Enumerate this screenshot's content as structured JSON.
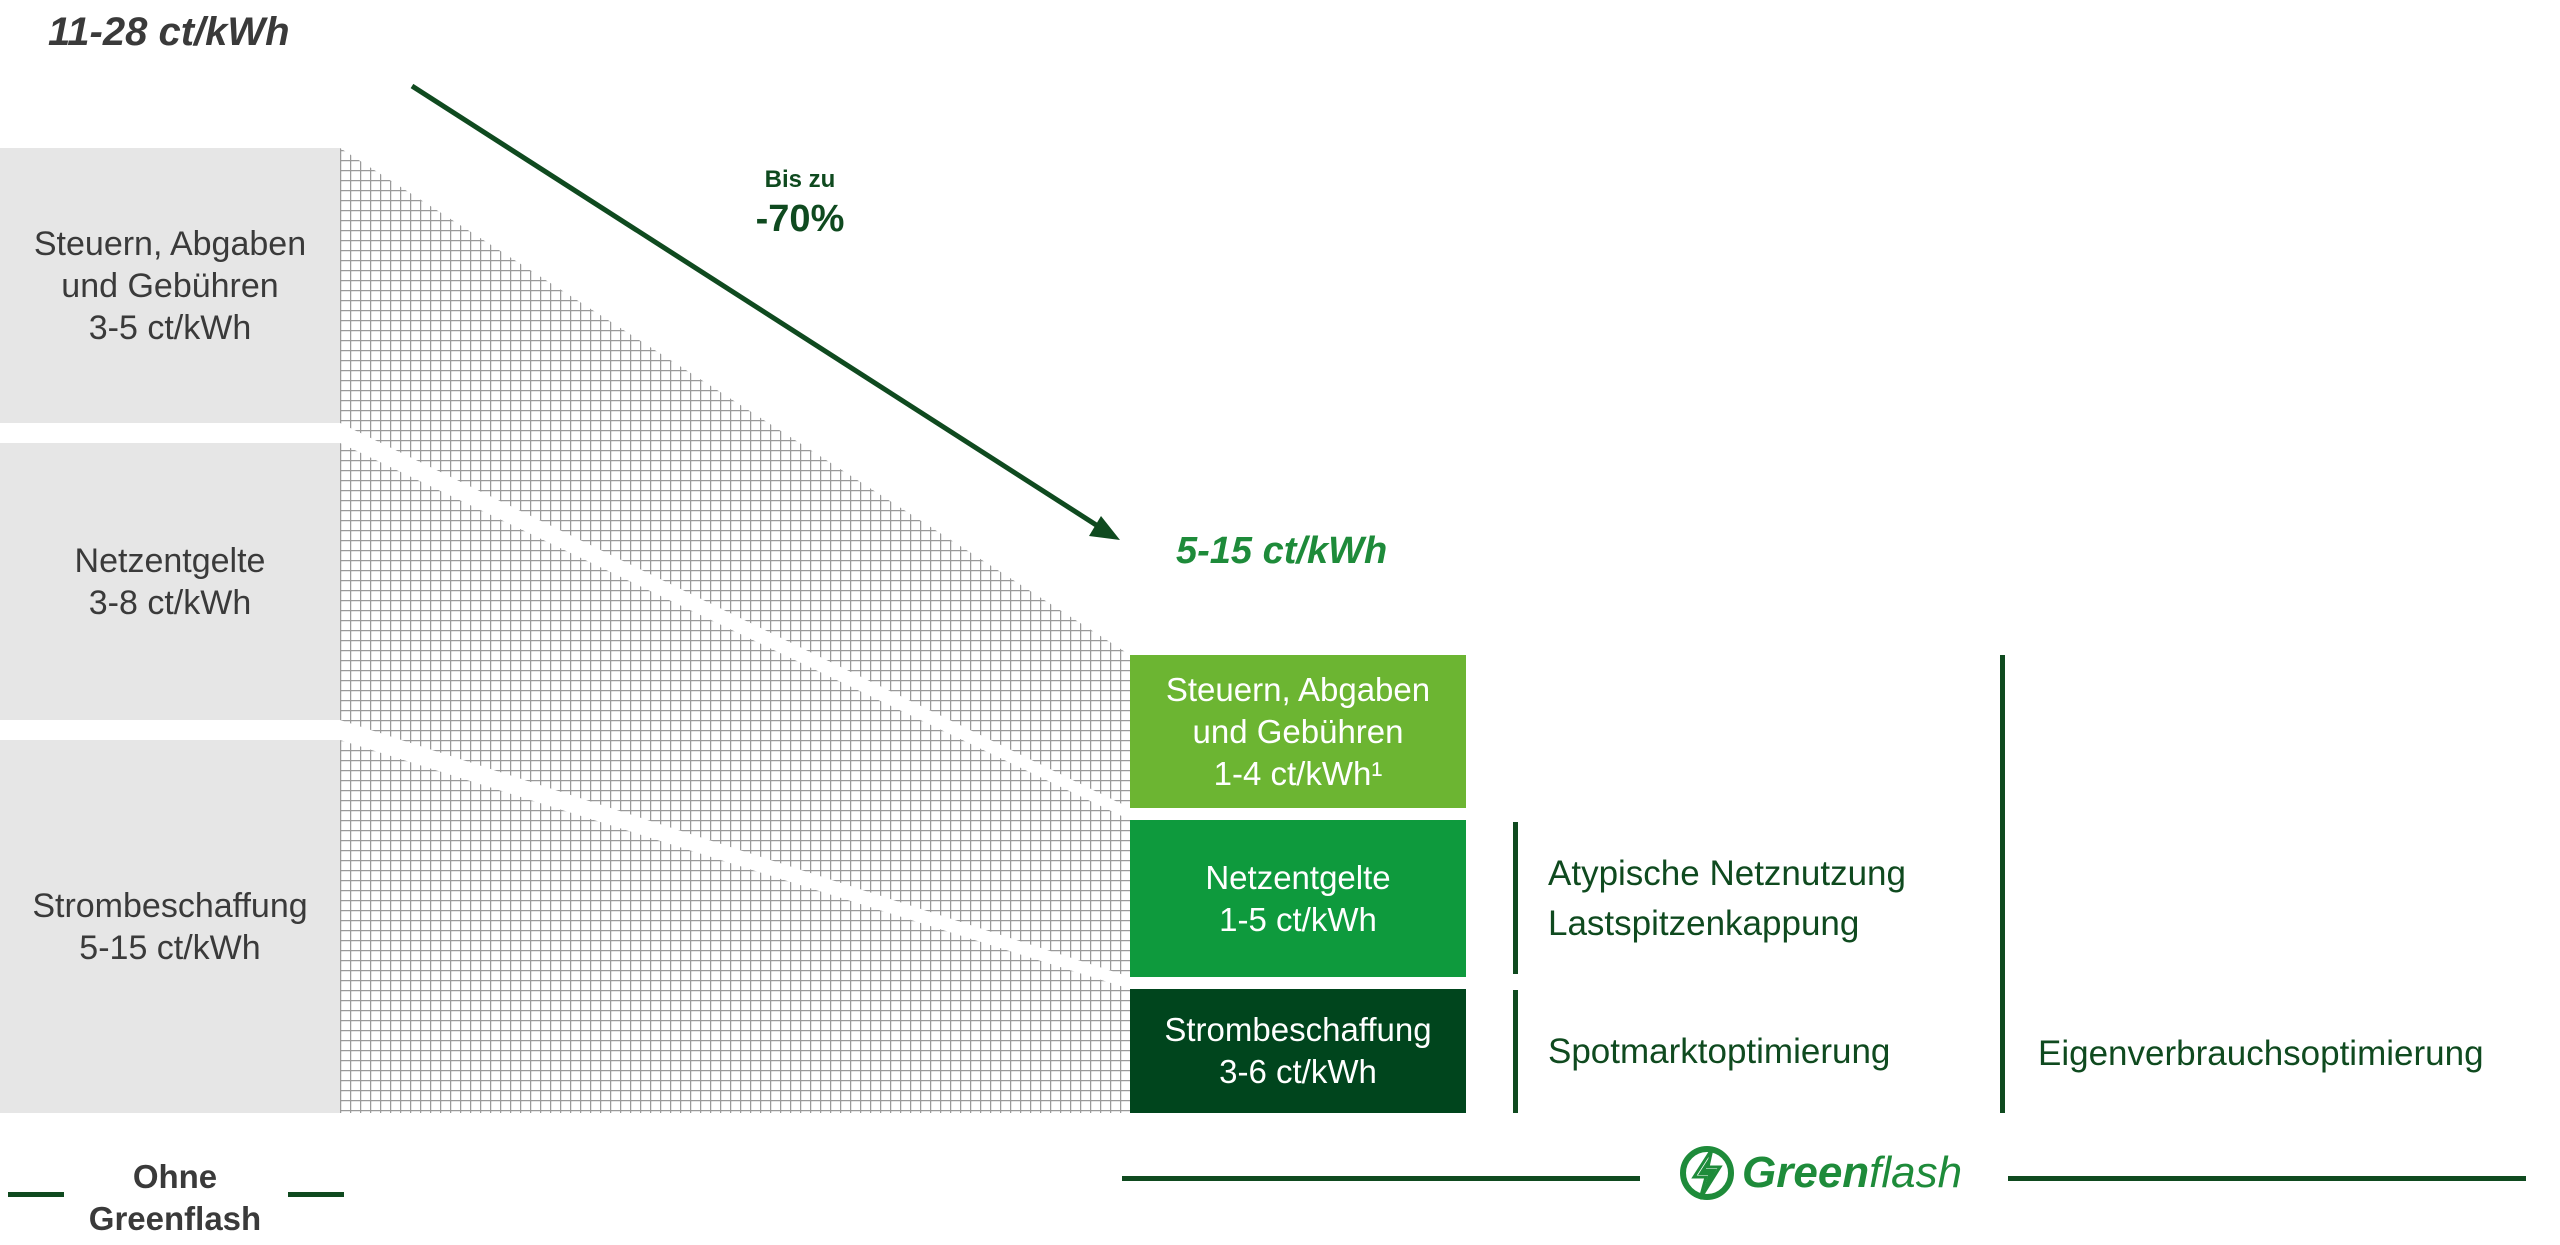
{
  "header": {
    "total_before": "11-28 ct/kWh",
    "total_after": "5-15 ct/kWh",
    "reduction_label": "Bis zu",
    "reduction_value": "-70%"
  },
  "before_boxes": [
    {
      "line1": "Steuern, Abgaben",
      "line2": "und Gebühren",
      "line3": "3-5 ct/kWh"
    },
    {
      "line1": "Netzentgelte",
      "line2": "3-8 ct/kWh"
    },
    {
      "line1": "Strombeschaffung",
      "line2": "5-15 ct/kWh"
    }
  ],
  "after_boxes": [
    {
      "line1": "Steuern, Abgaben",
      "line2": "und Gebühren",
      "line3": "1-4 ct/kWh¹",
      "color": "#6cb532"
    },
    {
      "line1": "Netzentgelte",
      "line2": "1-5 ct/kWh",
      "color": "#0e9a3d"
    },
    {
      "line1": "Strombeschaffung",
      "line2": "3-6 ct/kWh",
      "color": "#00451d"
    }
  ],
  "levers": {
    "network": [
      "Atypische Netznutzung",
      "Lastspitzenkappung"
    ],
    "spot": "Spotmarktoptimierung",
    "self": "Eigenverbrauchsoptimierung"
  },
  "captions": {
    "before_line1": "Ohne",
    "before_line2": "Greenflash",
    "logo_part1": "Green",
    "logo_part2": "flash"
  },
  "colors": {
    "dark_green": "#0f4a1f",
    "accent_green": "#1e8b3a",
    "grey_box": "#e6e6e6",
    "hatch": "#9a9a9a"
  }
}
